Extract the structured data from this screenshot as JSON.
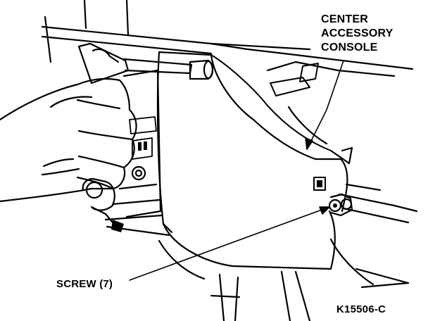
{
  "callouts": {
    "console_line1": "CENTER",
    "console_line2": "ACCESSORY",
    "console_line3": "CONSOLE",
    "screw": "SCREW (7)"
  },
  "figure_code": "K15506-C",
  "colors": {
    "ink": "#000000",
    "paper": "#ffffff"
  }
}
